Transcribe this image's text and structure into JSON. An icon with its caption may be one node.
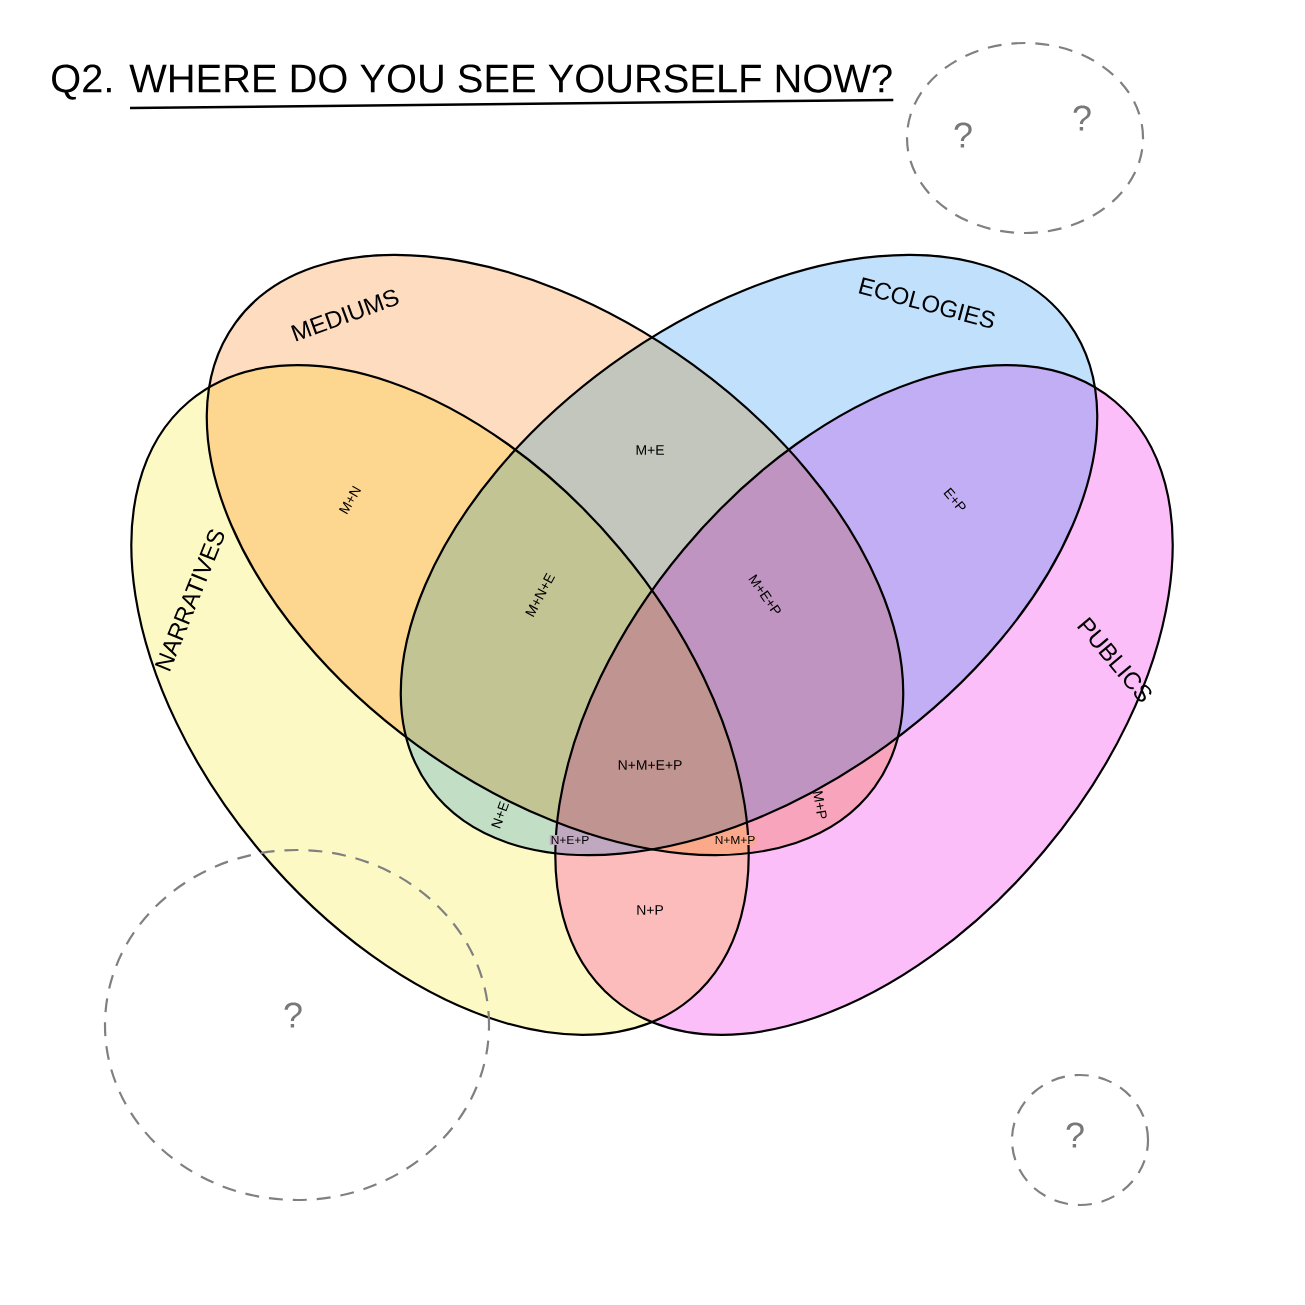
{
  "diagram": {
    "title": "Q2. WHERE DO YOU SEE YOURSELF NOW?",
    "nodes": [
      {
        "text": [
          "NARRATIVES"
        ]
      },
      {
        "text": [
          "MEDIUMS"
        ]
      },
      {
        "text": [
          "ECOLOGIES"
        ]
      },
      {
        "text": [
          "PUBLICS"
        ]
      },
      {
        "text": [
          "?",
          "?"
        ]
      },
      {
        "text": [
          "?"
        ]
      },
      {
        "text": [
          "?"
        ]
      }
    ],
    "labels": [
      "M+E",
      "M+N",
      "E+P",
      "M+N+E",
      "M+E+P",
      "N+M+E+P",
      "N+E",
      "M+P",
      "N+E+P",
      "N+M+P",
      "N+P"
    ]
  }
}
